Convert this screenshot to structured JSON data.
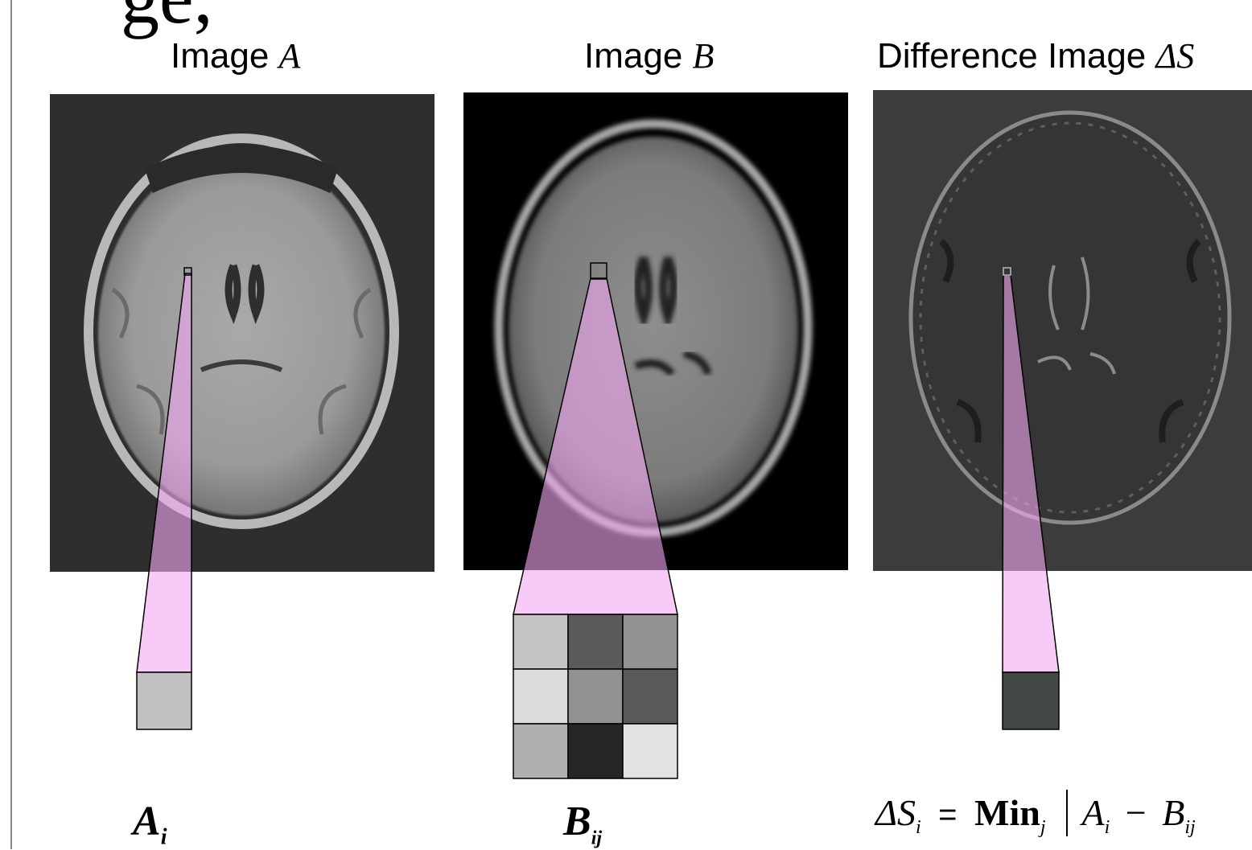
{
  "figure": {
    "title_fragment": "ge,",
    "panels": [
      {
        "prefix": "Image ",
        "symbol": "A"
      },
      {
        "prefix": "Image ",
        "symbol": "B"
      },
      {
        "prefix": "Difference Image ",
        "symbol": "ΔS"
      }
    ],
    "labels": {
      "a_main": "A",
      "a_sub": "i",
      "b_main": "B",
      "b_sub": "ij"
    },
    "equation": {
      "lhs": "ΔS",
      "lhs_sub": "i",
      "equals": "=",
      "op": "Min",
      "op_sub": "j",
      "term1": "A",
      "term1_sub": "i",
      "minus": "−",
      "term2": "B",
      "term2_sub": "ij"
    },
    "colors": {
      "highlight": "#f4a7f2",
      "image_a_bg": "#2e2e2e",
      "image_b_bg": "#000000",
      "diff_bg": "#3b3c3b"
    },
    "patch_grid": [
      "#c4c4c4",
      "#5a5a5a",
      "#929292",
      "#dcdcdc",
      "#929292",
      "#5a5a5a",
      "#b0b0b0",
      "#262626",
      "#e2e2e2"
    ],
    "pixel_a": "#c2c2c2",
    "pixel_diff": "#444844"
  }
}
